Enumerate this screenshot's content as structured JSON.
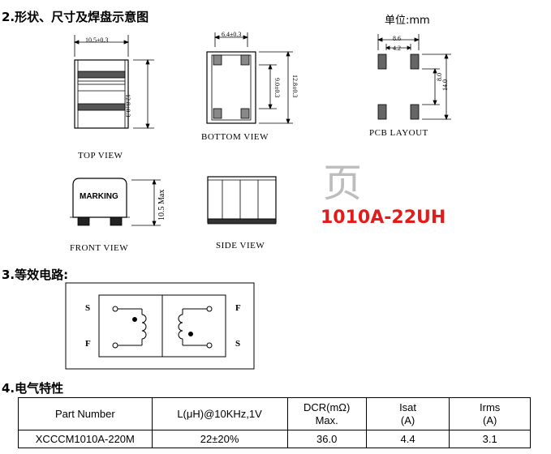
{
  "sections": {
    "dimensions_title": "2.形状、尺寸及焊盘示意图",
    "unit_label": "单位:mm",
    "circuit_title": "3.等效电路:",
    "electrical_title": "4.电气特性"
  },
  "drawings": {
    "top_view": {
      "label": "TOP VIEW",
      "width_dim": "10.5±0.3",
      "height_dim": "12.8±0.3"
    },
    "bottom_view": {
      "label": "BOTTOM VIEW",
      "top_dim": "6.4±0.3",
      "inner_dim": "9.0±0.3",
      "outer_dim": "12.8±0.3"
    },
    "pcb_layout": {
      "label": "PCB LAYOUT",
      "outer_w": "8.6",
      "inner_w": "4.2",
      "inner_h": "8.0",
      "outer_h": "14.0"
    },
    "front_view": {
      "label": "FRONT VIEW",
      "marking": "MARKING",
      "height_dim": "10.5 Max"
    },
    "side_view": {
      "label": "SIDE VIEW"
    }
  },
  "watermark": "页",
  "model_label": "1010A-22UH",
  "circuit": {
    "left_top": "S",
    "left_bottom": "F",
    "right_top": "F",
    "right_bottom": "S"
  },
  "table": {
    "headers": [
      {
        "line1": "Part Number",
        "line2": ""
      },
      {
        "line1": "L(μH)@10KHz,1V",
        "line2": ""
      },
      {
        "line1": "DCR(mΩ)",
        "line2": "Max."
      },
      {
        "line1": "Isat",
        "line2": "(A)"
      },
      {
        "line1": "Irms",
        "line2": "(A)"
      }
    ],
    "row": [
      "XCCCM1010A-220M",
      "22±20%",
      "36.0",
      "4.4",
      "3.1"
    ]
  }
}
